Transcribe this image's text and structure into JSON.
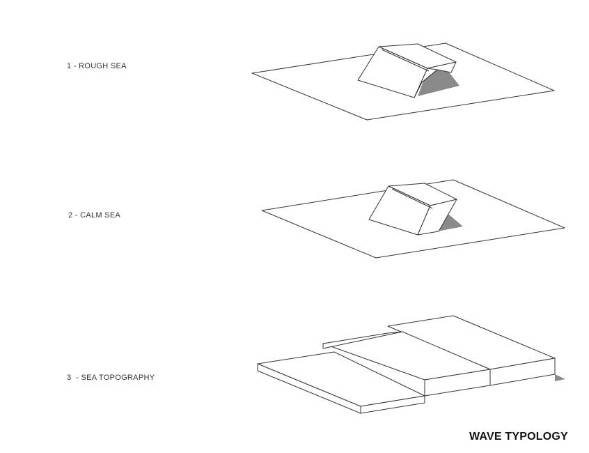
{
  "diagram": {
    "title": "WAVE TYPOLOGY",
    "items": [
      {
        "label": "1 - ROUGH SEA"
      },
      {
        "label": "2 - CALM SEA"
      },
      {
        "label": "3  - SEA TOPOGRAPHY"
      }
    ]
  }
}
